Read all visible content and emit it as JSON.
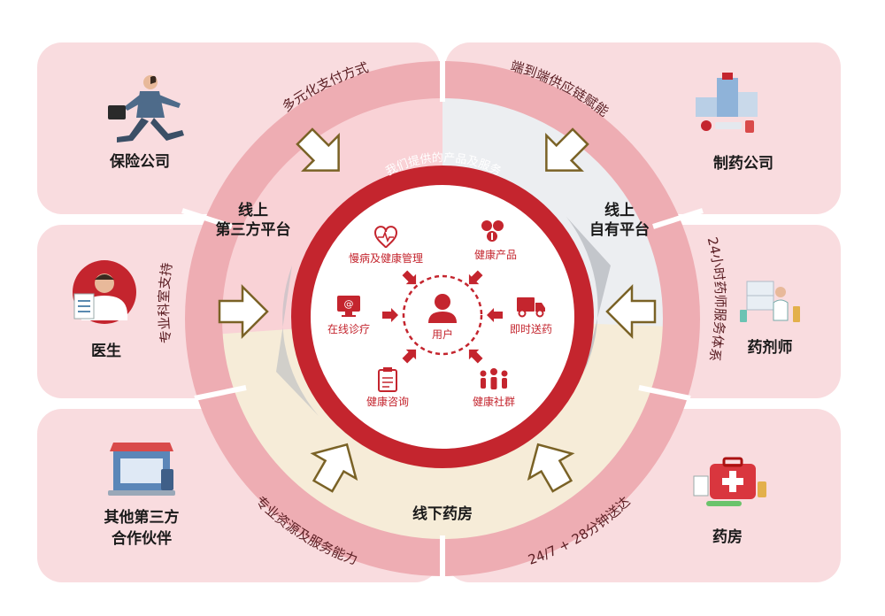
{
  "partners": {
    "insurance": "保险公司",
    "doctor": "医生",
    "other_line1": "其他第三方",
    "other_line2": "合作伙伴",
    "pharma": "制药公司",
    "pharmacist": "药剂师",
    "pharmacy": "药房"
  },
  "ring_labels": {
    "payment": "多元化支付方式",
    "dept": "专业科室支持",
    "resources": "专业资源及服务能力",
    "supply": "端到端供应链赋能",
    "pharmacist_service": "24小时药师服务体系",
    "delivery": "24/7 + 28分钟送达"
  },
  "platforms": {
    "third_line1": "线上",
    "third_line2": "第三方平台",
    "own_line1": "线上",
    "own_line2": "自有平台",
    "offline": "线下药房"
  },
  "center": {
    "title": "我们提供的产品及服务",
    "user": "用户",
    "services": {
      "chronic": "慢病及健康管理",
      "products": "健康产品",
      "online": "在线诊疗",
      "delivery": "即时送药",
      "consult": "健康咨询",
      "community": "健康社群"
    }
  },
  "colors": {
    "accent": "#c4252e",
    "pink_box": "#f9dcdf",
    "ring": "#eeadb3",
    "arrow_stroke": "#7a6226",
    "cream": "#f6ecd8"
  }
}
